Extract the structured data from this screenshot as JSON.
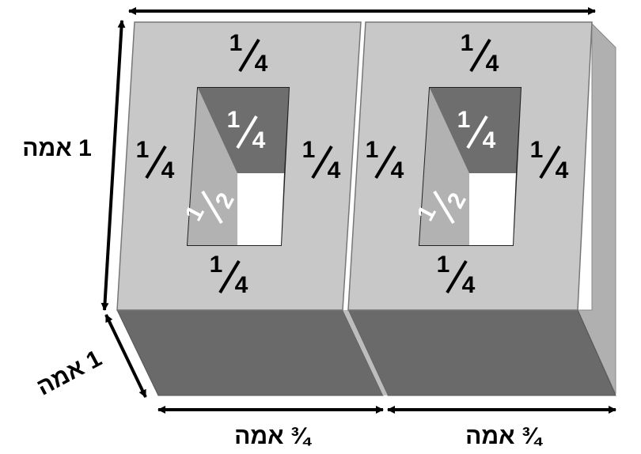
{
  "fractions": {
    "quarter": {
      "num": "1",
      "den": "4"
    },
    "half": {
      "num": "1",
      "den": "2"
    }
  },
  "dimensions": {
    "height_label": "1 אמה",
    "depth_label": "1 אמה",
    "width_left_label": "¾ אמה",
    "width_right_label": "¾ אמה"
  },
  "colors": {
    "front_face": "#c8c8c8",
    "bottom_face": "#6a6a6a",
    "side_face": "#b0b0b0",
    "inner_dark": "#6e6e6e",
    "inner_light": "#b2b2b2",
    "inner_white": "#ffffff"
  }
}
